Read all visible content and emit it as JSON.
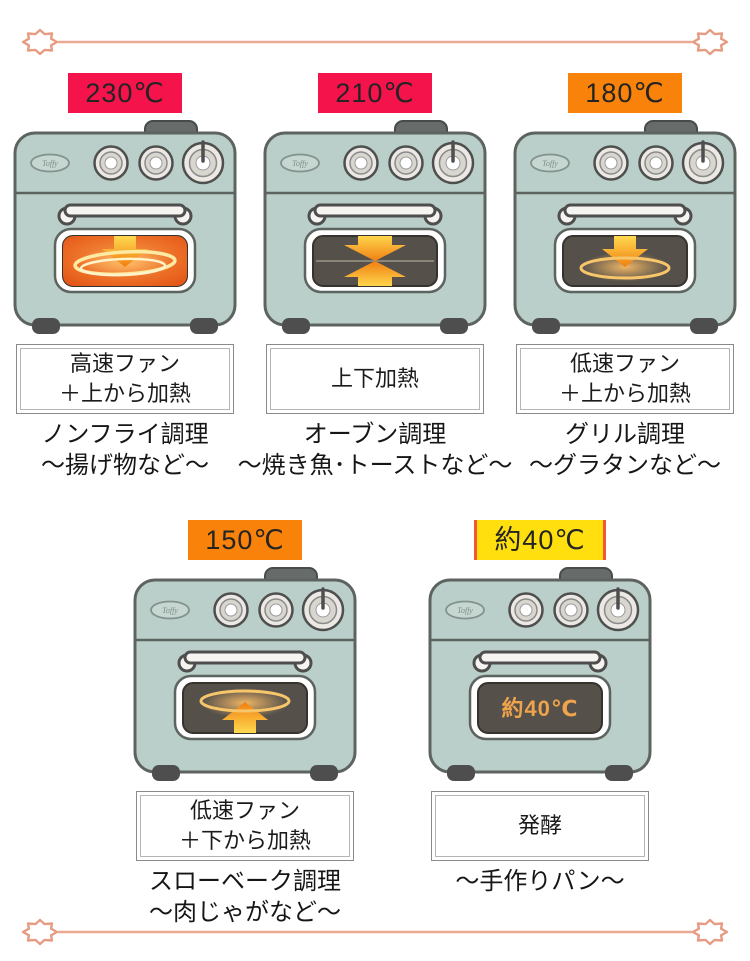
{
  "brand": "Toffy",
  "decor": {
    "border_color": "#eba892",
    "description": "thin salmon rule with eight-point medallion ornaments at both ends, top and bottom of page"
  },
  "colors": {
    "badge_red": "#f5134c",
    "badge_orange": "#f8820a",
    "badge_yellow": "#ffdf0d",
    "badge_yellow_edge": "#f85533",
    "oven_body": "#bacfc9",
    "oven_outline": "#5d635f",
    "window_dark": "#55504a",
    "window_hot": "#e65a1e",
    "arrow_yellow": "#ffd94f",
    "arrow_orange": "#f07f12"
  },
  "modes": [
    {
      "temp": "230℃",
      "badge": "red",
      "window": "fast-fan-top-heat",
      "heating": [
        "高速ファン",
        "＋上から加熱"
      ],
      "desc": [
        "ノンフライ調理",
        "～揚げ物など～"
      ]
    },
    {
      "temp": "210℃",
      "badge": "red",
      "window": "top-bottom-heat",
      "heating": [
        "上下加熱"
      ],
      "desc": [
        "オーブン調理",
        "～焼き魚･トーストなど～"
      ]
    },
    {
      "temp": "180℃",
      "badge": "orange",
      "window": "slow-fan-top-heat",
      "heating": [
        "低速ファン",
        "＋上から加熱"
      ],
      "desc": [
        "グリル調理",
        "～グラタンなど～"
      ]
    },
    {
      "temp": "150℃",
      "badge": "orange",
      "window": "slow-fan-bottom-heat",
      "heating": [
        "低速ファン",
        "＋下から加熱"
      ],
      "desc": [
        "スローベーク調理",
        "～肉じゃがなど～"
      ]
    },
    {
      "temp": "約40℃",
      "badge": "yellow",
      "window": "temp-display",
      "window_text": "約40℃",
      "heating": [
        "発酵"
      ],
      "desc": [
        "～手作りパン～"
      ]
    }
  ]
}
